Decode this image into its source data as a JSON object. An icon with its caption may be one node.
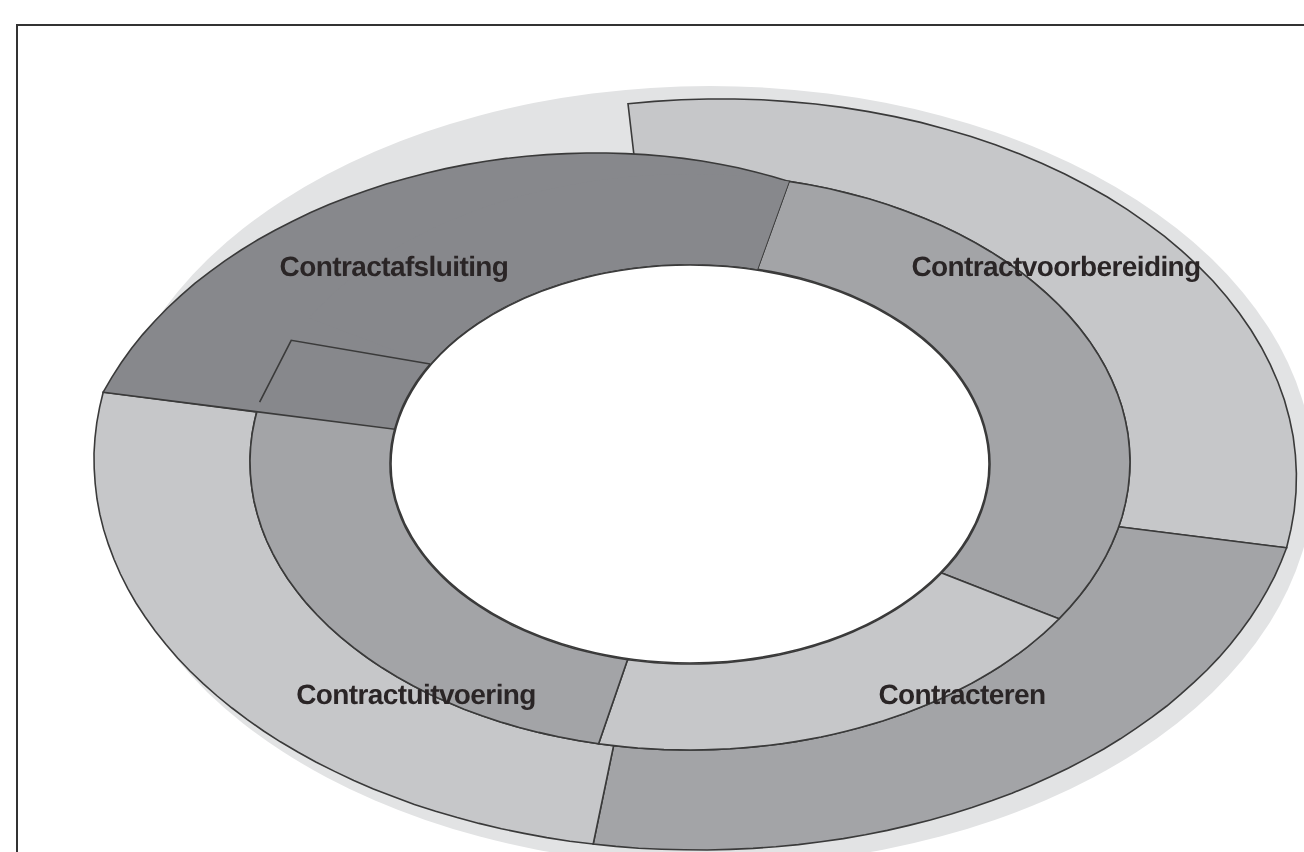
{
  "diagram": {
    "nodes": [
      {
        "text": [
          "Contractafsluiting"
        ]
      },
      {
        "text": [
          "Contractvoorbereiding"
        ]
      },
      {
        "text": [
          "Contractuitvoering"
        ]
      },
      {
        "text": [
          "Contracteren"
        ]
      }
    ]
  }
}
